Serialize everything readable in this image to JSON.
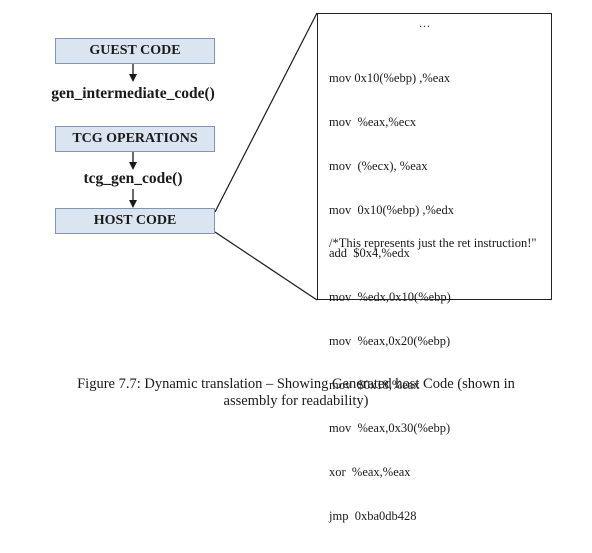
{
  "flow": {
    "guest_code": "GUEST CODE",
    "gen_intermediate": "gen_intermediate_code()",
    "tcg_operations": "TCG OPERATIONS",
    "tcg_gen": "tcg_gen_code()",
    "host_code": "HOST CODE"
  },
  "code_panel": {
    "ellipsis": "...",
    "lines": [
      "mov 0x10(%ebp) ,%eax",
      "mov  %eax,%ecx",
      "mov  (%ecx), %eax",
      "mov  0x10(%ebp) ,%edx",
      "add  $0x4,%edx",
      "mov  %edx,0x10(%ebp)",
      "mov  %eax,0x20(%ebp)",
      "mov  $0x18,%eax",
      "mov  %eax,0x30(%ebp)",
      "xor  %eax,%eax",
      "jmp  0xba0db428"
    ],
    "comment": "/*This represents just the ret instruction!\""
  },
  "caption": {
    "line1": "Figure 7.7: Dynamic translation – Showing Generated host Code (shown in",
    "line2": "assembly for readability)"
  }
}
